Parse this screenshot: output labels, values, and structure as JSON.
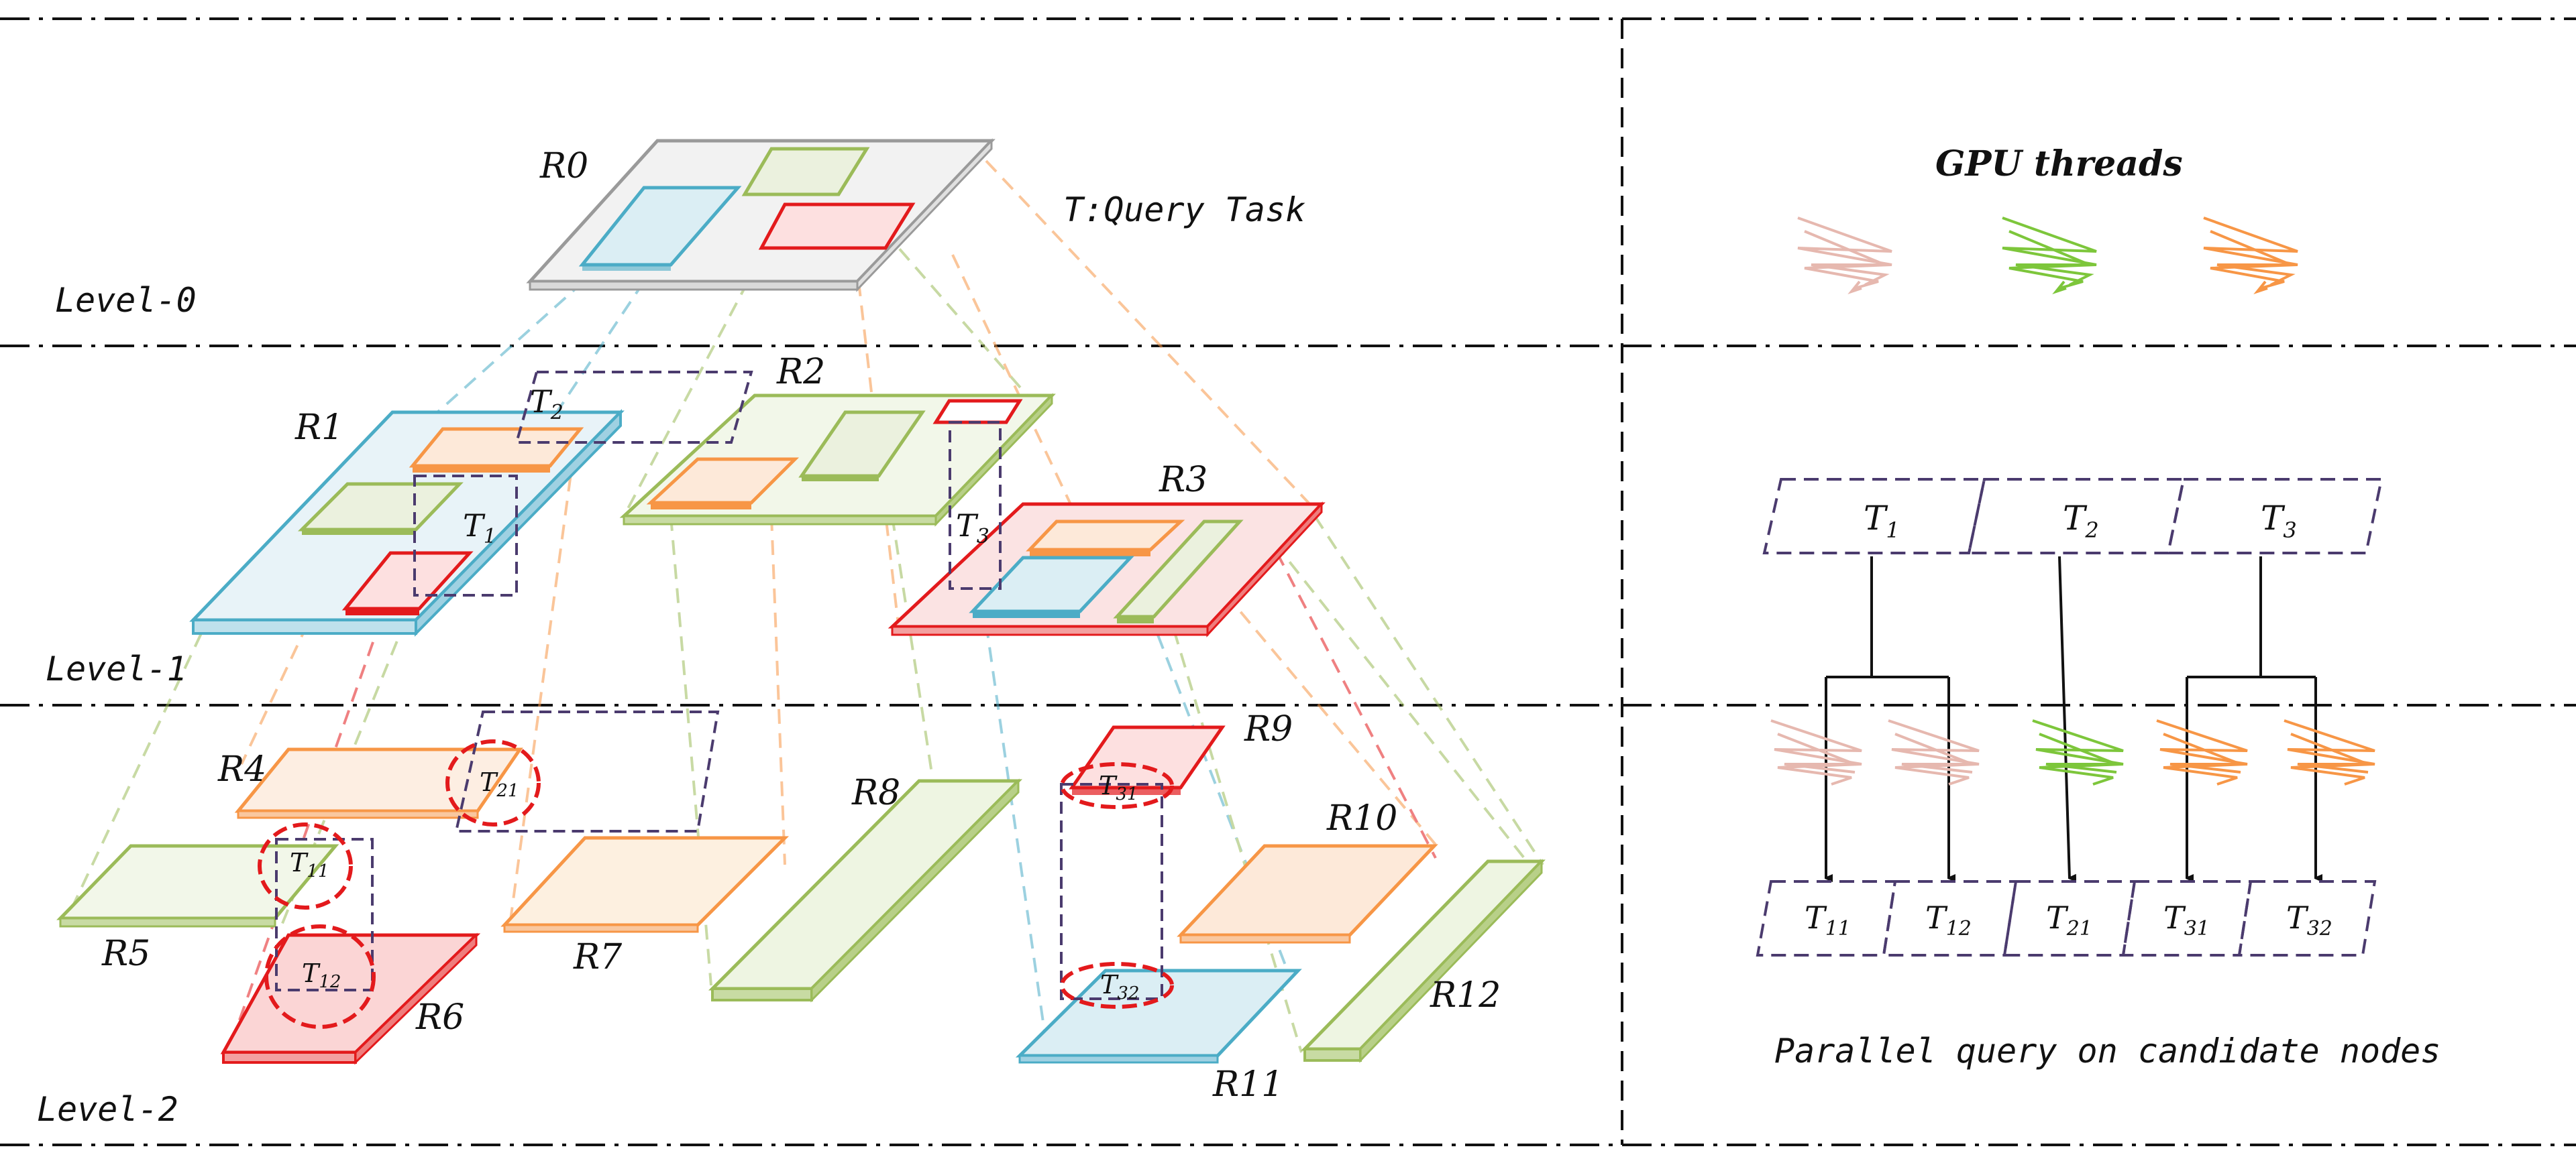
{
  "levels": {
    "level0": "Level-0",
    "level1": "Level-1",
    "level2": "Level-2"
  },
  "legend": {
    "query_task": "T:Query Task"
  },
  "gpu": {
    "title": "GPU threads"
  },
  "caption": "Parallel query on candidate nodes",
  "nodes": {
    "R0": "R0",
    "R1": "R1",
    "R2": "R2",
    "R3": "R3",
    "R4": "R4",
    "R5": "R5",
    "R6": "R6",
    "R7": "R7",
    "R8": "R8",
    "R9": "R9",
    "R10": "R10",
    "R11": "R11",
    "R12": "R12"
  },
  "tasks": {
    "T1": {
      "base": "T",
      "sub": "1"
    },
    "T2": {
      "base": "T",
      "sub": "2"
    },
    "T3": {
      "base": "T",
      "sub": "3"
    },
    "T11": {
      "base": "T",
      "sub": "11"
    },
    "T12": {
      "base": "T",
      "sub": "12"
    },
    "T21": {
      "base": "T",
      "sub": "21"
    },
    "T31": {
      "base": "T",
      "sub": "31"
    },
    "T32": {
      "base": "T",
      "sub": "32"
    }
  },
  "colors": {
    "gray": "#9a9a9a",
    "blue": "#4bacc6",
    "green": "#9bbb59",
    "red": "#e31a1c",
    "orange": "#f79646",
    "purple": "#4b3b6e",
    "pink": "#e6b8af",
    "black": "#111111"
  }
}
